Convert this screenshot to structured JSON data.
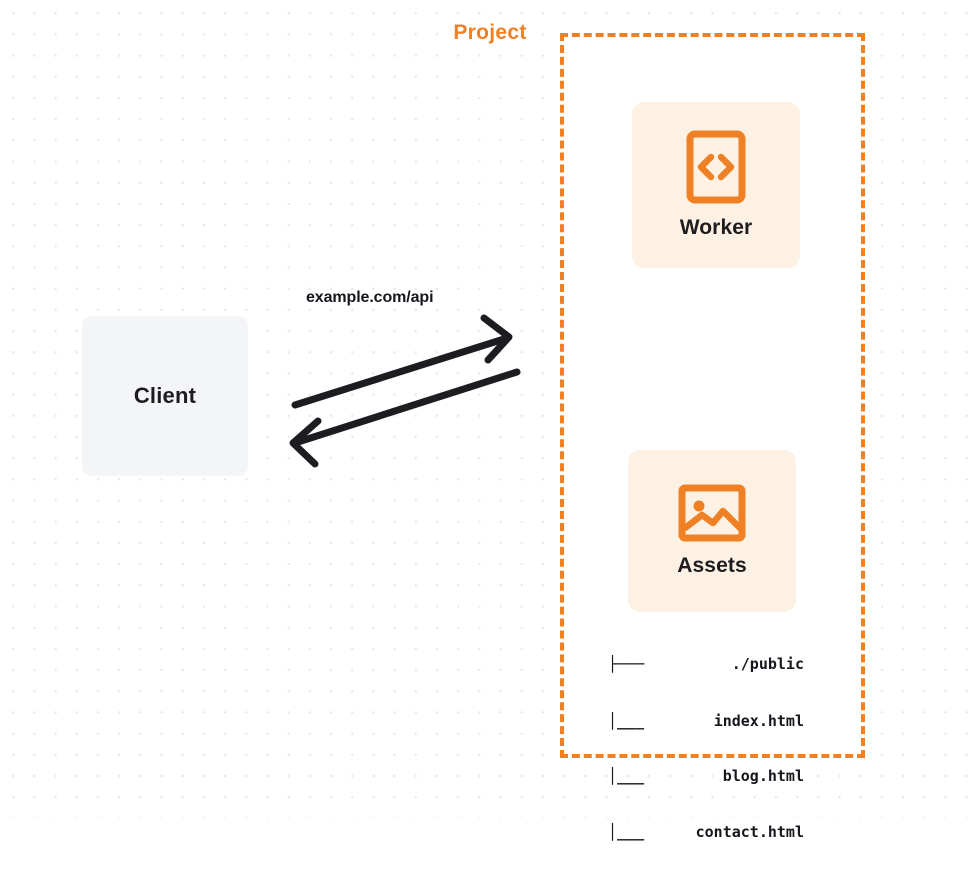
{
  "diagram": {
    "title": "Project",
    "client": {
      "label": "Client",
      "icon": "client-box-icon"
    },
    "connector": {
      "label": "example.com/api",
      "request_arrow": "arrow-right-icon",
      "response_arrow": "arrow-left-icon"
    },
    "services": [
      {
        "id": "worker",
        "label": "Worker",
        "icon": "code-brackets-icon"
      },
      {
        "id": "assets",
        "label": "Assets",
        "icon": "image-icon"
      }
    ],
    "file_tree": [
      {
        "glyph": "├───",
        "name": "./public"
      },
      {
        "glyph": "│___",
        "name": "index.html"
      },
      {
        "glyph": "│___",
        "name": "blog.html"
      },
      {
        "glyph": "│___",
        "name": "contact.html"
      }
    ],
    "colors": {
      "accent": "#f08024",
      "card_background": "#fdf1e3",
      "client_background": "#f4f5f7",
      "text": "#1d1d1f",
      "grid_dot": "#e9e9ea",
      "arrow": "#1d1d21"
    }
  }
}
